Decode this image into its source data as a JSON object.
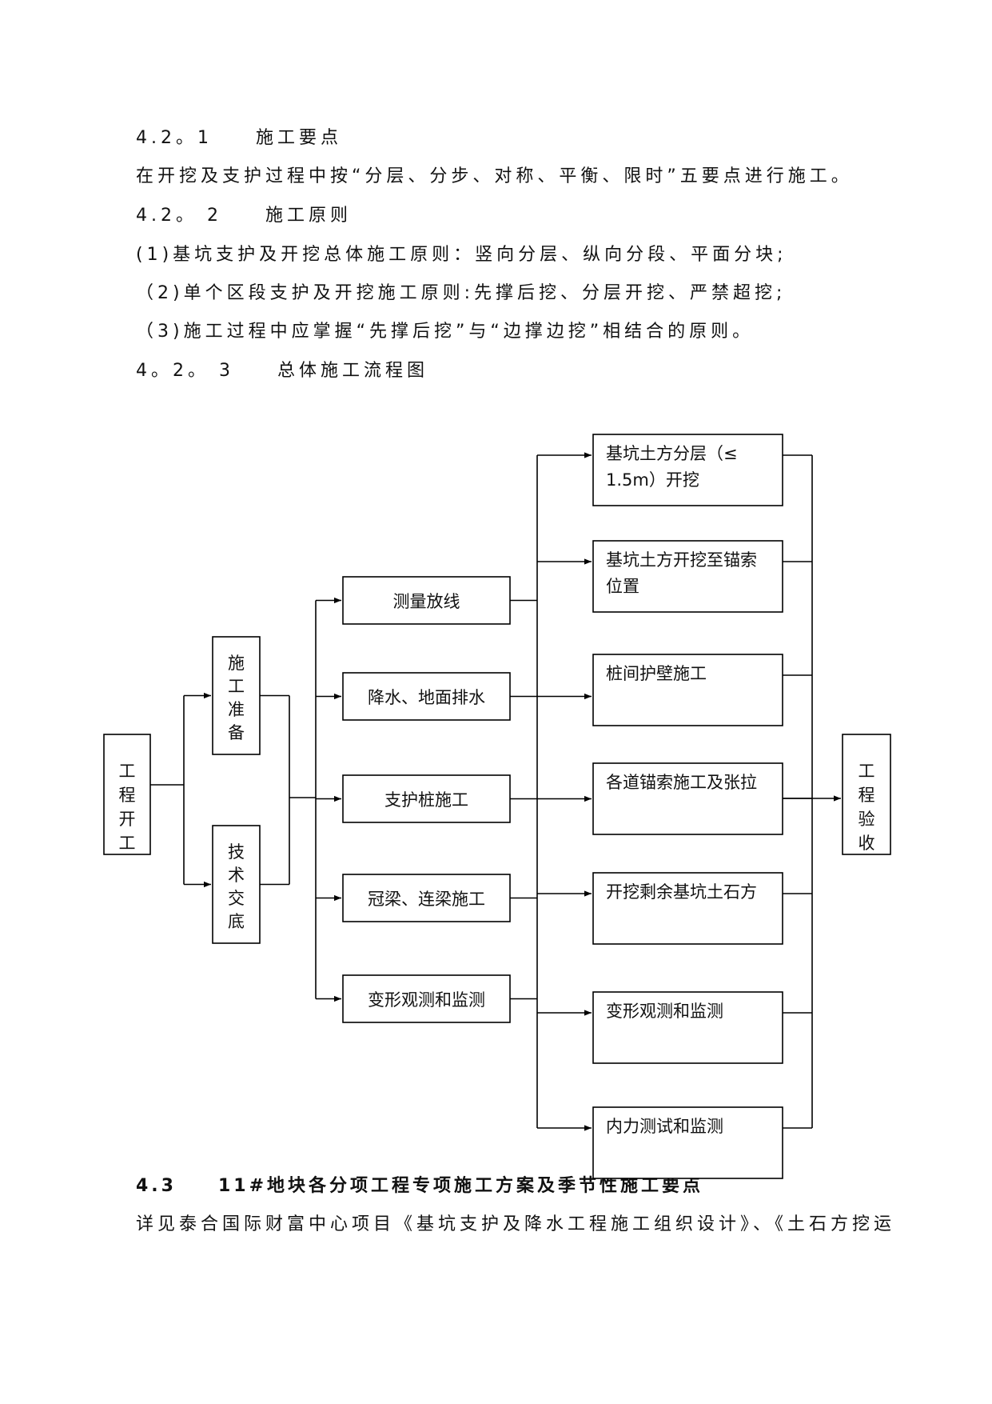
{
  "paragraphs": [
    {
      "id": "h421",
      "text": "4.2。1　　施工要点",
      "bold": false
    },
    {
      "id": "p1",
      "text": "在开挖及支护过程中按“分层、分步、对称、平衡、限时”五要点进行施工。",
      "bold": false
    },
    {
      "id": "h422",
      "text": "4.2。 2　　施工原则",
      "bold": false
    },
    {
      "id": "p2",
      "text": "(1)基坑支护及开挖总体施工原则：竖向分层、纵向分段、平面分块;",
      "bold": false
    },
    {
      "id": "p3",
      "text": "（2)单个区段支护及开挖施工原则:先撑后挖、分层开挖、严禁超挖;",
      "bold": false
    },
    {
      "id": "p4",
      "text": "（3)施工过程中应掌握“先撑后挖”与“边撑边挖”相结合的原则。",
      "bold": false
    },
    {
      "id": "h423",
      "text": "4。2。 3　　总体施工流程图",
      "bold": false
    },
    {
      "id": "h43",
      "text": "4.3　　11#地块各分项工程专项施工方案及季节性施工要点",
      "bold": true
    },
    {
      "id": "p5",
      "text": "详见泰合国际财富中心项目《基坑支护及降水工程施工组织设计》、《土石方挖运",
      "bold": false
    }
  ],
  "flowchart": {
    "start": "工程开工",
    "prep": [
      "施工准备",
      "技术交底"
    ],
    "middle": [
      "测量放线",
      "降水、地面排水",
      "支护桩施工",
      "冠梁、连梁施工",
      "变形观测和监测"
    ],
    "right": [
      [
        "基坑土方分层（≤",
        "1.5m）开挖"
      ],
      [
        "基坑土方开挖至锚索",
        "位置"
      ],
      [
        "桩间护壁施工"
      ],
      [
        "各道锚索施工及张拉"
      ],
      [
        "开挖剩余基坑土石方"
      ],
      [
        "变形观测和监测"
      ],
      [
        "内力测试和监测"
      ]
    ],
    "end": "工程验收"
  }
}
